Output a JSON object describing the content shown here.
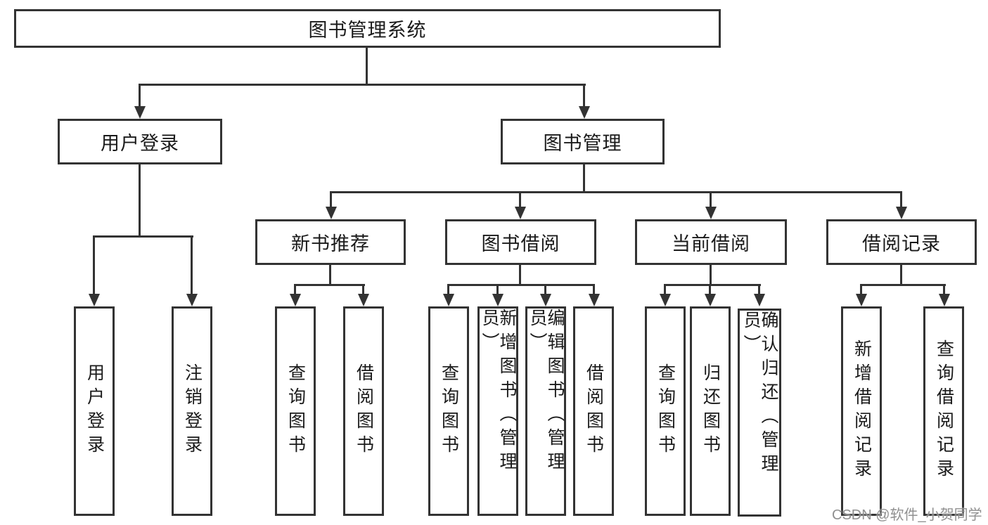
{
  "tree": {
    "root": "图书管理系统",
    "level2": {
      "user_login": "用户登录",
      "book_mgmt": "图书管理"
    },
    "level3": {
      "new_books": "新书推荐",
      "borrowing": "图书借阅",
      "current": "当前借阅",
      "records": "借阅记录"
    },
    "leaves": {
      "user_login": [
        "用户登录",
        "注销登录"
      ],
      "new_books": [
        "查询图书",
        "借阅图书"
      ],
      "borrowing": [
        "查询图书",
        "新增图书（管理员）",
        "编辑图书（管理员）",
        "借阅图书"
      ],
      "current": [
        "查询图书",
        "归还图书",
        "确认归还（管理员）"
      ],
      "records": [
        "新增借阅记录",
        "查询借阅记录"
      ]
    }
  },
  "watermark": "CSDN @软件_小贺同学",
  "colors": {
    "line": "#333333",
    "text": "#1a1a1a",
    "watermark": "#878787",
    "background": "#ffffff"
  }
}
